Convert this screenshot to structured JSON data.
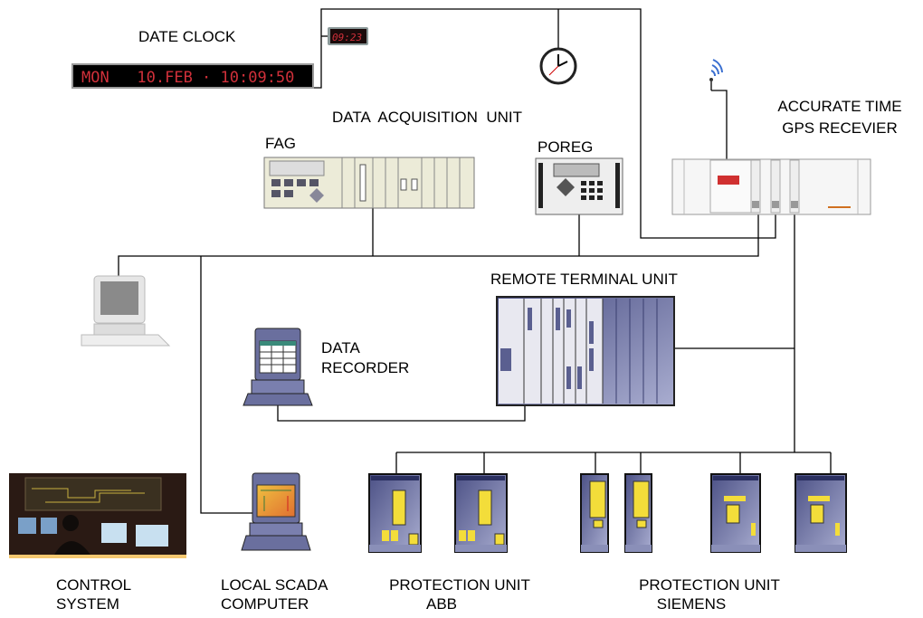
{
  "labels": {
    "date_clock": "DATE CLOCK",
    "data_acquisition_unit": "DATA  ACQUISITION  UNIT",
    "fag": "FAG",
    "poreg": "POREG",
    "accurate_time_line1": "ACCURATE TIME",
    "accurate_time_line2": "GPS RECEVIER",
    "remote_terminal_unit": "REMOTE TERMINAL UNIT",
    "data_recorder_line1": "DATA",
    "data_recorder_line2": "RECORDER",
    "control_system_line1": "CONTROL",
    "control_system_line2": "SYSTEM",
    "local_scada_line1": "LOCAL SCADA",
    "local_scada_line2": "COMPUTER",
    "protection_abb_line1": "PROTECTION UNIT",
    "protection_abb_line2": "ABB",
    "protection_siemens_line1": "PROTECTION UNIT",
    "protection_siemens_line2": "SIEMENS"
  },
  "displays": {
    "date_clock_led": "MON   10.FEB · 10:09:50",
    "small_clock_led": "09:23"
  },
  "colors": {
    "led_red": "#d0303a",
    "device_blue": "#6a6f9e",
    "device_yellow": "#f3dd3a",
    "rack_beige": "#ecebd8"
  }
}
